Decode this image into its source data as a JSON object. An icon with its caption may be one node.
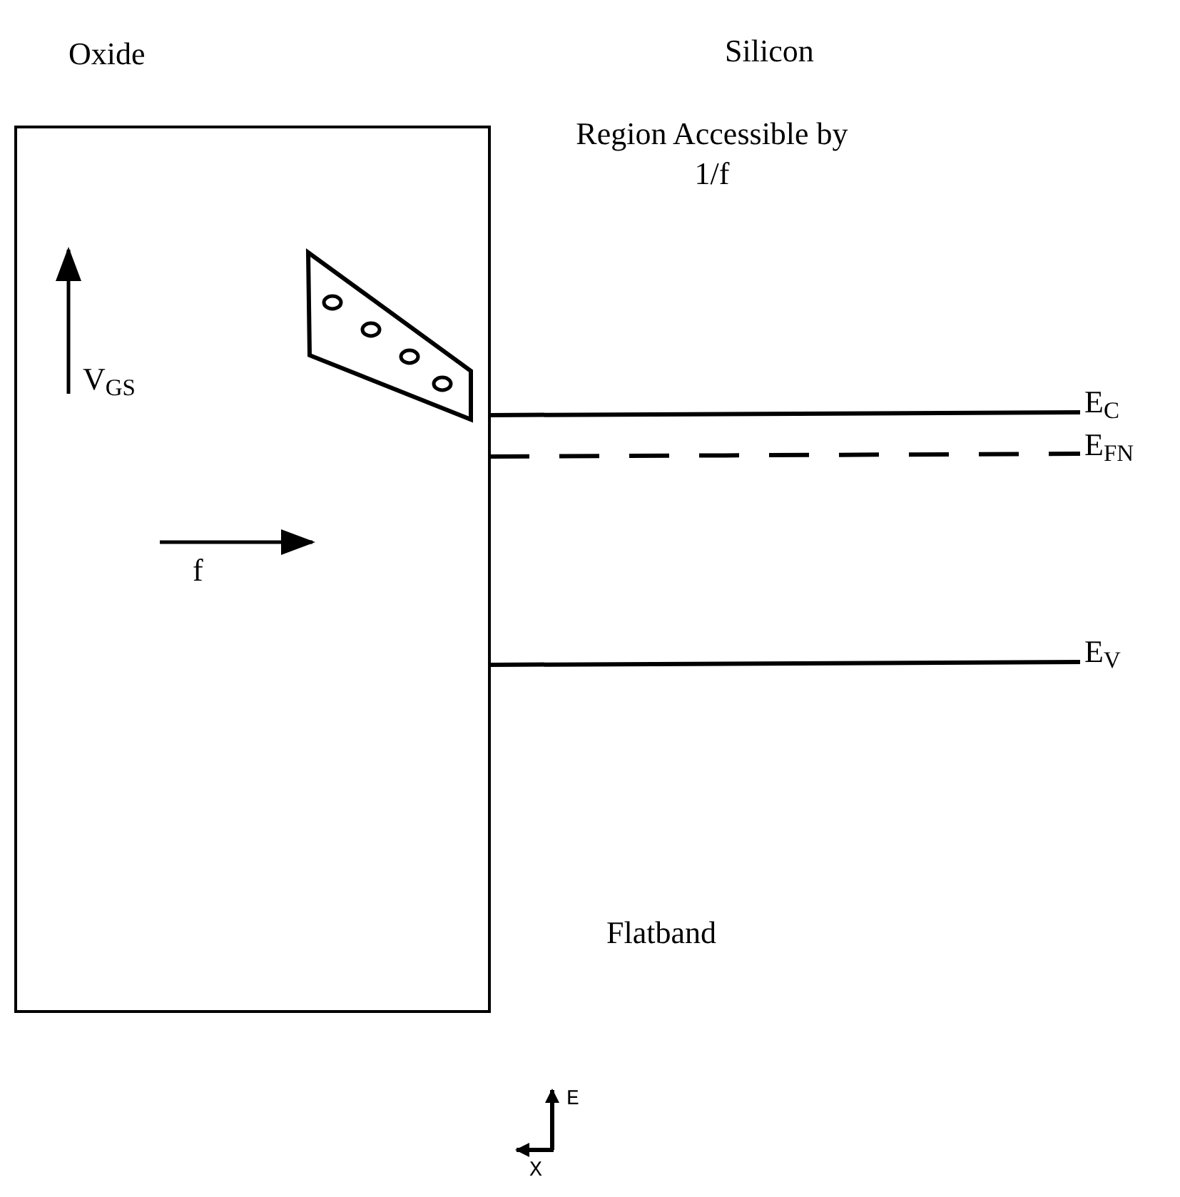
{
  "diagram": {
    "nodes": [
      {
        "text": [
          "Oxide"
        ]
      }
    ],
    "labels": [
      "Silicon",
      "Region Accessible by 1/f",
      "V$_{GS}$",
      "f",
      "E$_{C}$",
      "E$_{FN}$",
      "E$_{V}$",
      "Flatband",
      "E",
      "X"
    ]
  }
}
